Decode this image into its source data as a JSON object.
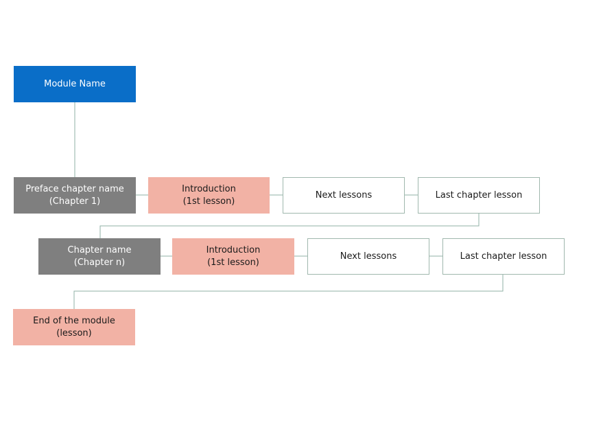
{
  "diagram": {
    "module": {
      "line1": "Module Name"
    },
    "row1": {
      "chapter": {
        "line1": "Preface chapter name",
        "line2": "(Chapter 1)"
      },
      "intro": {
        "line1": "Introduction",
        "line2": "(1st lesson)"
      },
      "next": {
        "line1": "Next lessons"
      },
      "last": {
        "line1": "Last chapter lesson"
      }
    },
    "row2": {
      "chapter": {
        "line1": "Chapter name",
        "line2": "(Chapter n)"
      },
      "intro": {
        "line1": "Introduction",
        "line2": "(1st lesson)"
      },
      "next": {
        "line1": "Next lessons"
      },
      "last": {
        "line1": "Last chapter lesson"
      }
    },
    "end": {
      "line1": "End of the module",
      "line2": "(lesson)"
    }
  },
  "colors": {
    "module": "#0a6ec8",
    "chapter": "#7f7f7f",
    "intro": "#f2b2a5",
    "lesson_border": "#9fb7ad",
    "connector": "#8fb0a6"
  }
}
